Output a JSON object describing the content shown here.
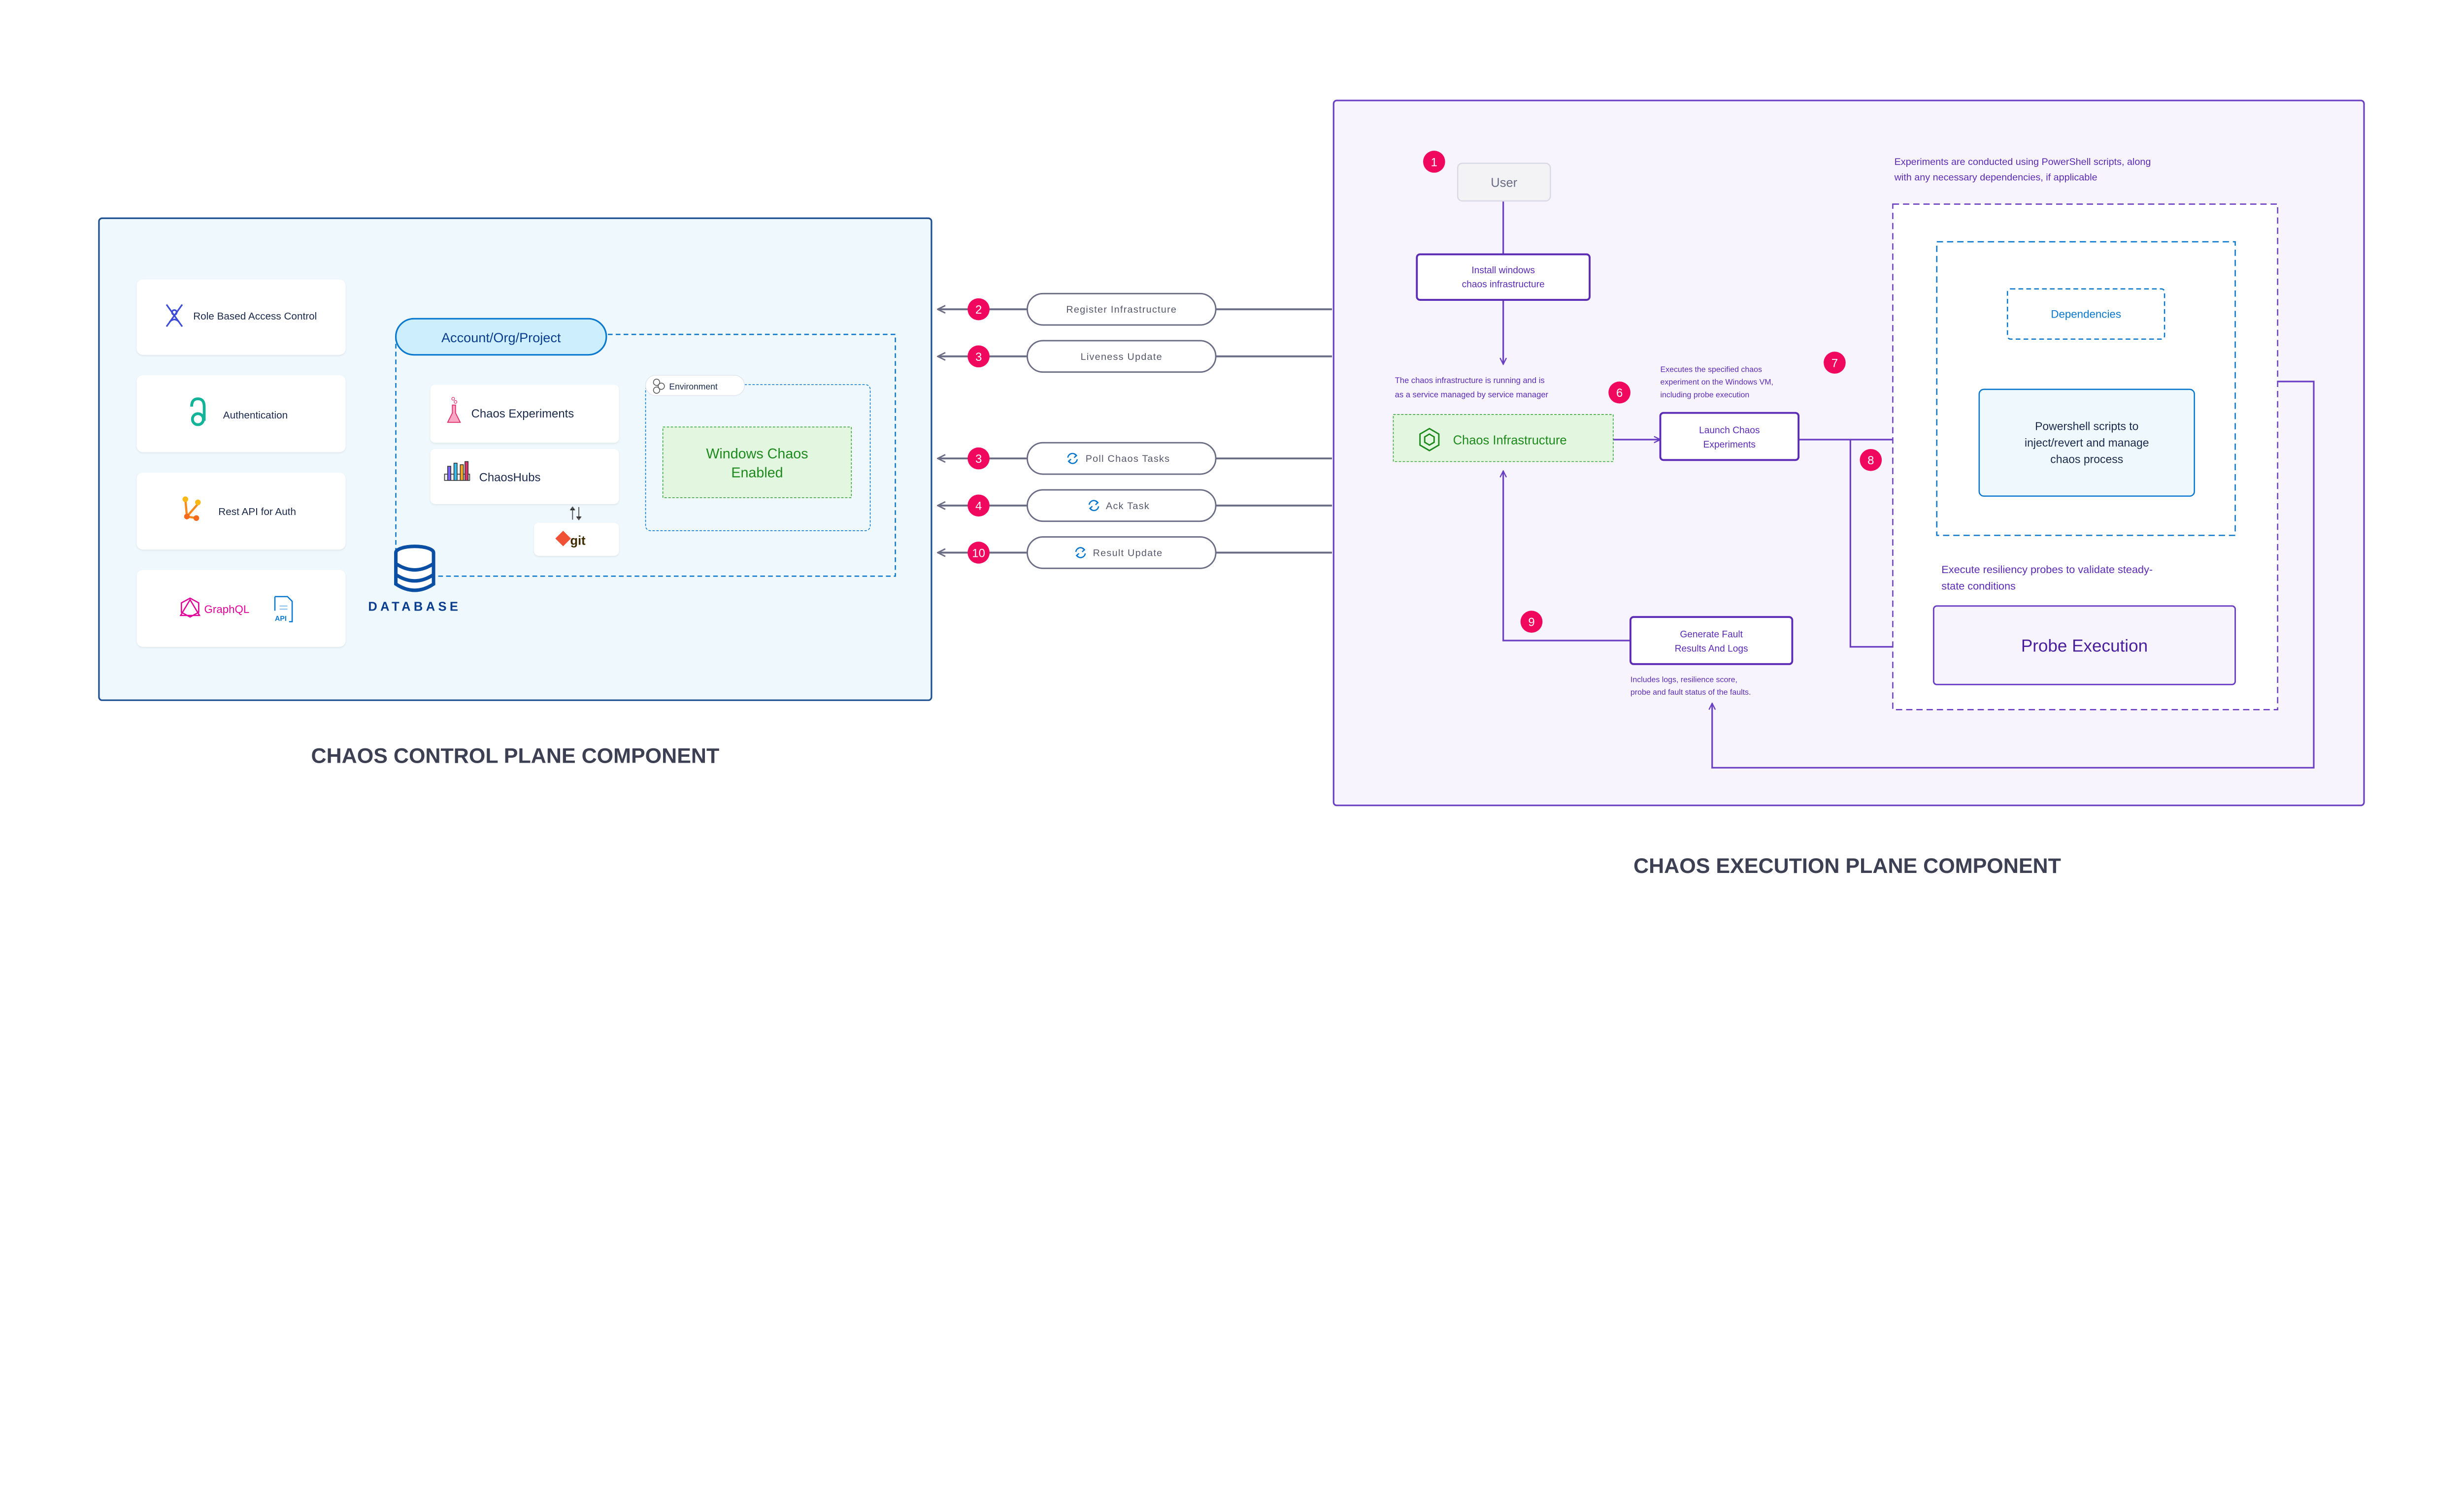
{
  "colors": {
    "control_bg": "#eff9fd",
    "control_border": "#1d4f91",
    "exec_bg": "#f7f4fd",
    "exec_border": "#6a3fc4",
    "badge": "#f0085f",
    "purple_text": "#5b2bb5",
    "green": "#1e8a1e",
    "green_bg": "#e3f6df",
    "blue": "#0b78d0",
    "connector": "#6b6d85"
  },
  "control_plane": {
    "title": "CHAOS CONTROL PLANE COMPONENT",
    "cards": [
      {
        "label": "Role Based Access Control",
        "icon": "rbac-icon"
      },
      {
        "label": "Authentication",
        "icon": "auth-icon"
      },
      {
        "label": "Rest API for Auth",
        "icon": "rest-api-icon"
      },
      {
        "label": "GraphQL",
        "icon": "graphql-icon",
        "extra": "API"
      }
    ],
    "account_label": "Account/Org/Project",
    "chaos_experiments": "Chaos Experiments",
    "chaoshubs": "ChaosHubs",
    "git": "git",
    "environment": "Environment",
    "windows_chaos": [
      "Windows Chaos",
      "Enabled"
    ],
    "database": "DATABASE"
  },
  "connectors": [
    {
      "step": "2",
      "label": "Register Infrastructure",
      "sync_icon": false
    },
    {
      "step": "3",
      "label": "Liveness Update",
      "sync_icon": false
    },
    {
      "step": "3",
      "label": "Poll Chaos Tasks",
      "sync_icon": true
    },
    {
      "step": "4",
      "label": "Ack Task",
      "sync_icon": true
    },
    {
      "step": "10",
      "label": "Result Update",
      "sync_icon": true
    }
  ],
  "execution_plane": {
    "title": "CHAOS EXECUTION PLANE COMPONENT",
    "user": {
      "step": "1",
      "label": "User"
    },
    "install": [
      "Install windows",
      "chaos infrastructure"
    ],
    "infra_note": {
      "step": "6",
      "lines": [
        "The chaos infrastructure is running and is",
        "as a service managed by service manager"
      ]
    },
    "chaos_infrastructure": "Chaos Infrastructure",
    "launch": [
      "Launch Chaos",
      "Experiments"
    ],
    "launch_note": {
      "step": "7",
      "lines": [
        "Executes the specified chaos",
        "experiment on the Windows VM,",
        "including probe execution"
      ]
    },
    "step8": "8",
    "powershell_note": [
      "Experiments are conducted using PowerShell scripts, along",
      "with any necessary dependencies, if applicable"
    ],
    "dependencies": "Dependencies",
    "powershell": [
      "Powershell scripts to",
      "inject/revert and manage",
      "chaos process"
    ],
    "probe_note": [
      "Execute resiliency probes to validate steady-",
      "state conditions"
    ],
    "probe_execution": "Probe Execution",
    "generate": {
      "step": "9",
      "lines": [
        "Generate Fault",
        "Results And Logs"
      ]
    },
    "generate_note": [
      "Includes logs, resilience score,",
      "probe and fault status of the faults."
    ]
  }
}
